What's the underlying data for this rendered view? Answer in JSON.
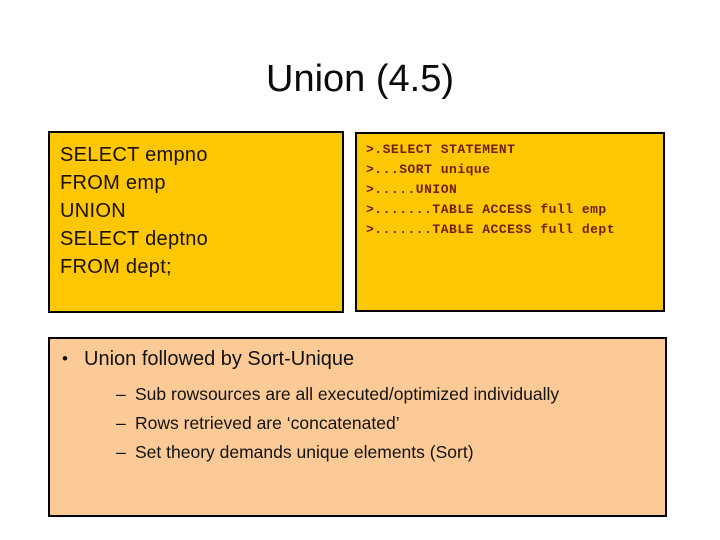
{
  "slide": {
    "title": "Union (4.5)",
    "colors": {
      "background": "#ffffff",
      "code_box_background": "#fdc803",
      "notes_box_background": "#fbca96",
      "box_border": "#000000",
      "sql_text": "#1c1002",
      "plan_text": "#6e2008",
      "body_text": "#121212"
    },
    "sql_box": {
      "lines": [
        "SELECT empno",
        "FROM emp",
        "UNION",
        "SELECT deptno",
        "FROM dept;"
      ]
    },
    "plan_box": {
      "lines": [
        ">.SELECT STATEMENT",
        ">...SORT unique",
        ">.....UNION",
        ">.......TABLE ACCESS full emp",
        ">.......TABLE ACCESS full dept"
      ]
    },
    "notes_box": {
      "bullet": "•",
      "heading": "Union followed by Sort-Unique",
      "dash": "–",
      "items": [
        "Sub rowsources are all executed/optimized individually",
        "Rows retrieved are ‘concatenated’",
        "Set theory demands unique elements (Sort)"
      ]
    }
  }
}
